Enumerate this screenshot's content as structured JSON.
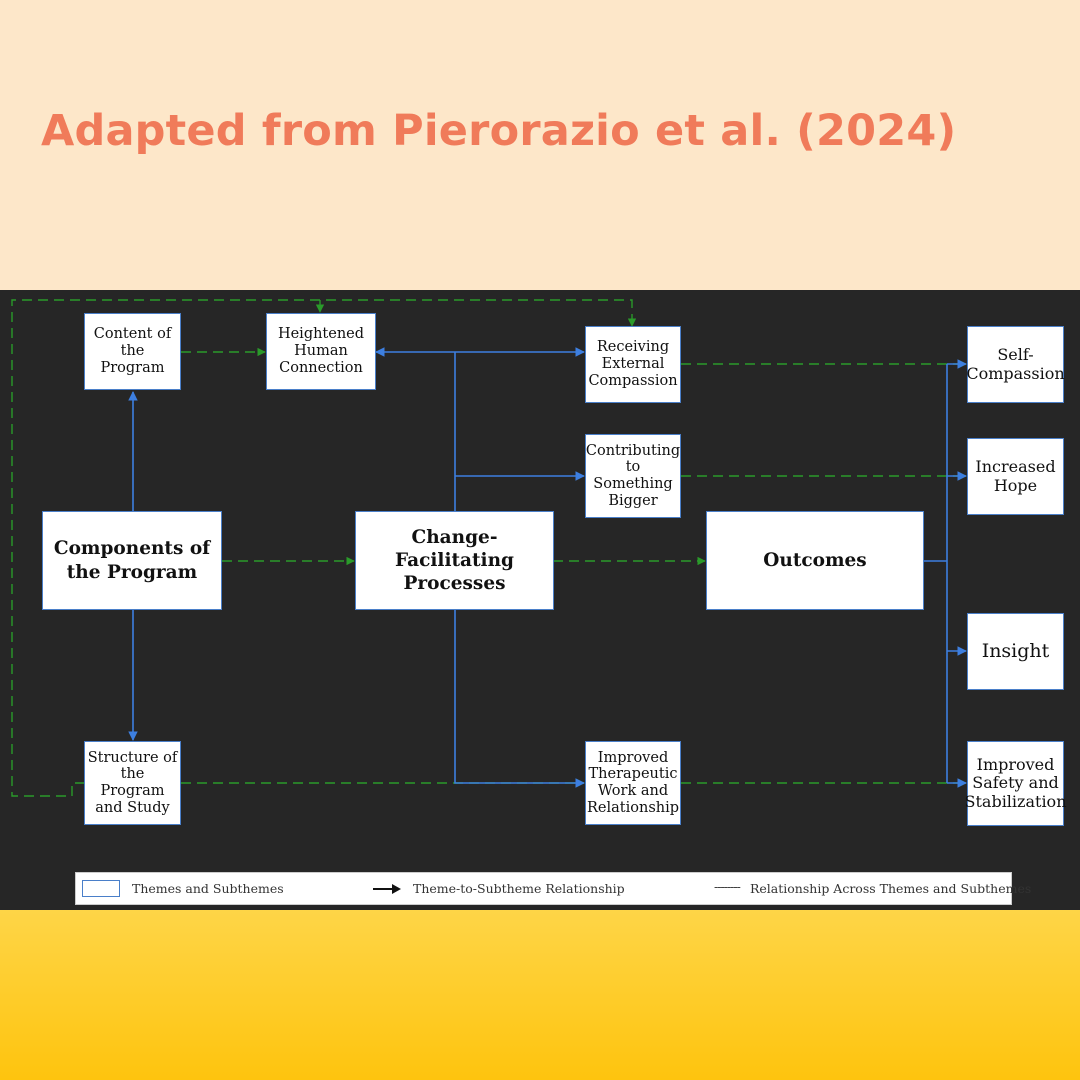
{
  "title": "Adapted from Pierorazio et al. (2024)",
  "colors": {
    "top_band": "#fde7c9",
    "title": "#f07b5a",
    "diagram_background": "#262626",
    "bottom_band": "#fec40e",
    "solid_arrow": "#3d7fe0",
    "dashed_arrow": "#2a9a2a",
    "box_border": "#4a7fc9"
  },
  "themes": {
    "components": "Components of\nthe Program",
    "processes": "Change-Facilitating\nProcesses",
    "outcomes": "Outcomes"
  },
  "subthemes": {
    "content": "Content of\nthe Program",
    "structure": "Structure of\nthe Program\nand Study",
    "heightened": "Heightened\nHuman\nConnection",
    "receiving": "Receiving\nExternal\nCompassion",
    "contributing": "Contributing\nto\nSomething\nBigger",
    "therapeutic": "Improved\nTherapeutic\nWork and\nRelationship"
  },
  "outcome_items": {
    "self_compassion": "Self-\nCompassion",
    "hope": "Increased\nHope",
    "insight": "Insight",
    "safety": "Improved\nSafety and\nStabilization"
  },
  "legend": {
    "themes": "Themes and Subthemes",
    "theme_relationship": "Theme-to-Subtheme Relationship",
    "across_relationship": "Relationship Across Themes and Subthemes",
    "dash_sample": "--------"
  }
}
